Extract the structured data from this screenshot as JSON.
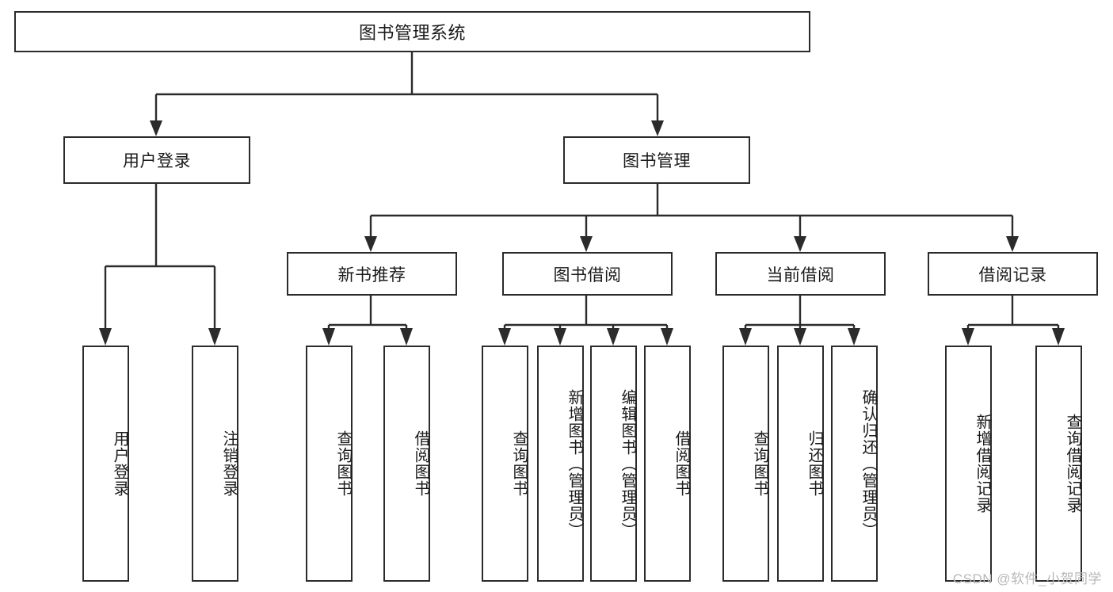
{
  "diagram": {
    "kind": "tree-hierarchy-diagram",
    "title_node": {
      "label": "图书管理系统"
    },
    "level2": [
      {
        "id": "user-login",
        "label": "用户登录"
      },
      {
        "id": "book-manage",
        "label": "图书管理"
      }
    ],
    "level3": [
      {
        "id": "new-book-recommend",
        "label": "新书推荐"
      },
      {
        "id": "book-borrow",
        "label": "图书借阅"
      },
      {
        "id": "current-borrow",
        "label": "当前借阅"
      },
      {
        "id": "borrow-record",
        "label": "借阅记录"
      }
    ],
    "leaves": {
      "user_login": [
        {
          "id": "leaf-user-login",
          "label": "用户登录"
        },
        {
          "id": "leaf-logout-login",
          "label": "注销登录"
        }
      ],
      "new_book_recommend": [
        {
          "id": "leaf-query-book-1",
          "label": "查询图书"
        },
        {
          "id": "leaf-borrow-book-1",
          "label": "借阅图书"
        }
      ],
      "book_borrow": [
        {
          "id": "leaf-query-book-2",
          "label": "查询图书"
        },
        {
          "id": "leaf-add-book",
          "label": "新增图书（管理员）"
        },
        {
          "id": "leaf-edit-book",
          "label": "编辑图书（管理员）"
        },
        {
          "id": "leaf-borrow-book-2",
          "label": "借阅图书"
        }
      ],
      "current_borrow": [
        {
          "id": "leaf-query-book-3",
          "label": "查询图书"
        },
        {
          "id": "leaf-return-book",
          "label": "归还图书"
        },
        {
          "id": "leaf-confirm-return",
          "label": "确认归还（管理员）"
        }
      ],
      "borrow_record": [
        {
          "id": "leaf-add-record",
          "label": "新增借阅记录"
        },
        {
          "id": "leaf-query-record",
          "label": "查询借阅记录"
        }
      ]
    },
    "watermark": "CSDN @软件_小贺同学",
    "colors": {
      "stroke": "#2b2b2b",
      "box_fill": "#ffffff",
      "text": "#1a1a1a",
      "watermark": "#b8b8b8",
      "background": "#ffffff"
    }
  }
}
